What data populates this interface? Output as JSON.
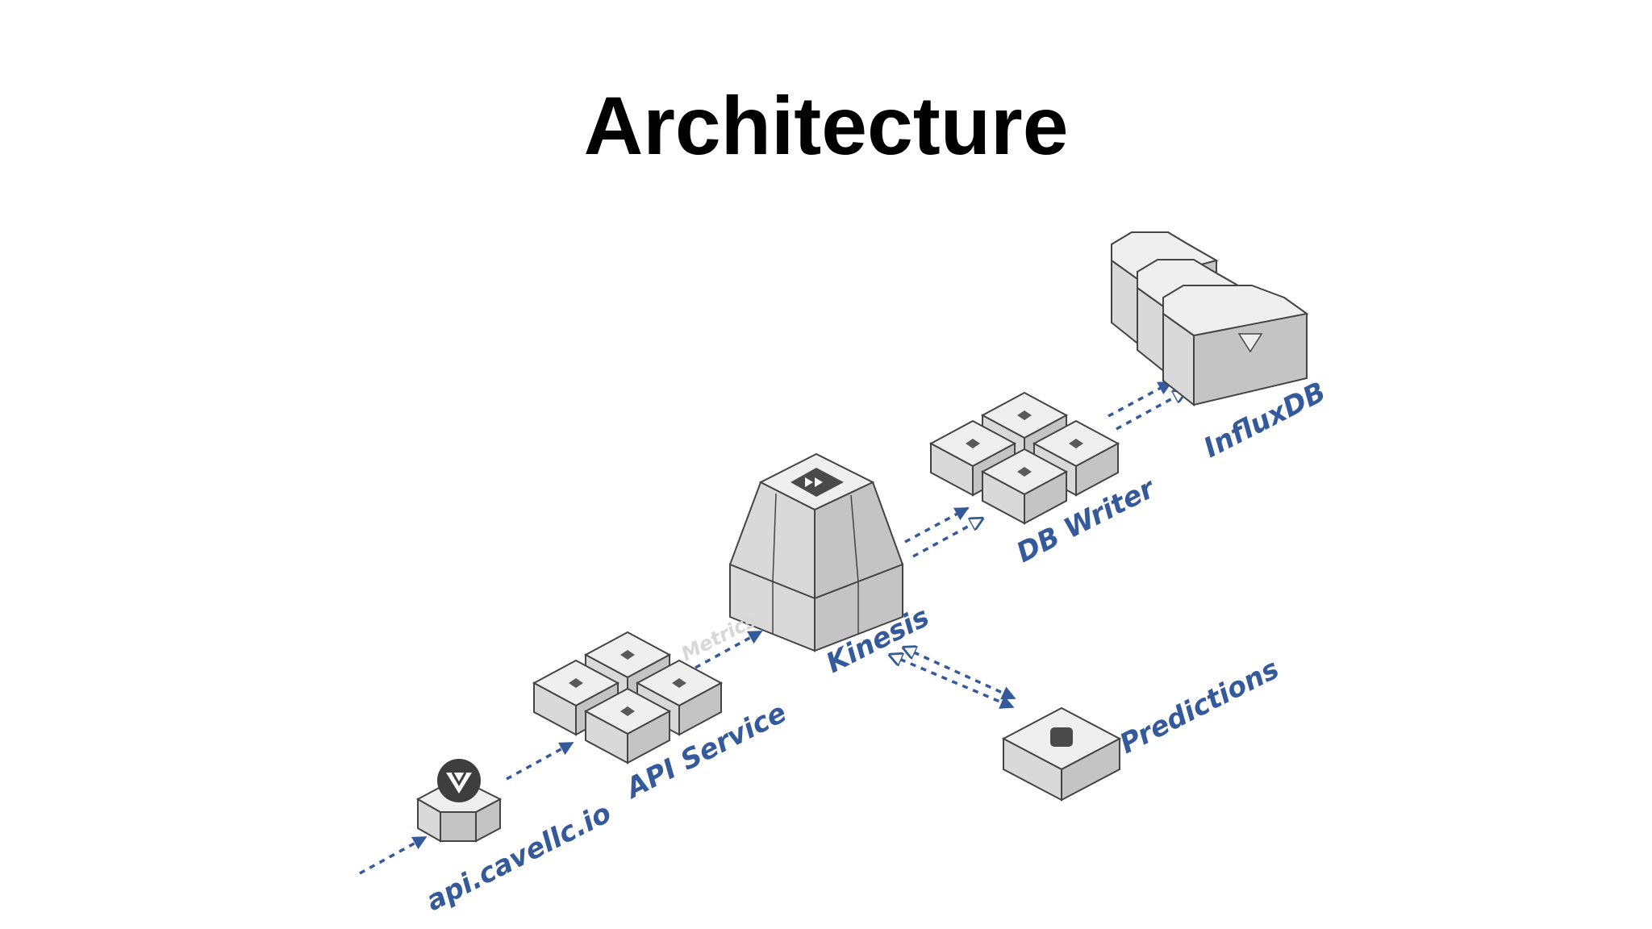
{
  "slide": {
    "title": "Architecture"
  },
  "diagram": {
    "nodes": {
      "api_endpoint": {
        "label": "api.cavellc.io",
        "icon": "api-endpoint-icon"
      },
      "api_service": {
        "label": "API Service"
      },
      "kinesis": {
        "label": "Kinesis",
        "icon": "kinesis-stream-icon"
      },
      "db_writer": {
        "label": "DB Writer"
      },
      "influxdb": {
        "label": "InfluxDB"
      },
      "predictions": {
        "label": "Predictions"
      }
    },
    "edges": {
      "metrics": {
        "label": "Metrics"
      }
    },
    "colors": {
      "label": "#355a9b",
      "arrow": "#355a9b",
      "metrics_label": "#d7d7d7",
      "block_top": "#efefef",
      "block_left": "#d9d9d9",
      "block_right": "#c4c4c4"
    }
  }
}
